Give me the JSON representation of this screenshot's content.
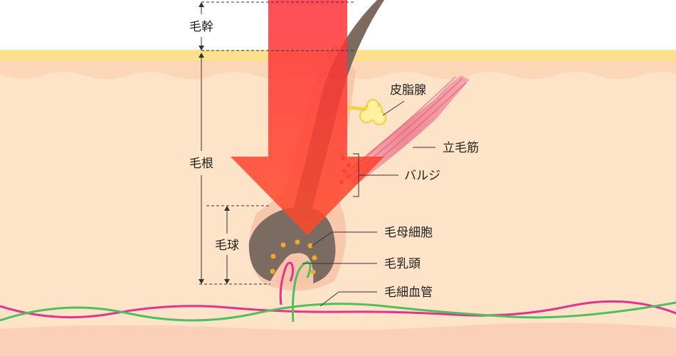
{
  "labels": {
    "hair_shaft": "毛幹",
    "hair_root": "毛根",
    "hair_bulb": "毛球",
    "sebaceous_gland": "皮脂腺",
    "arrector_pili": "立毛筋",
    "bulge": "バルジ",
    "matrix_cells": "毛母細胞",
    "dermal_papilla": "毛乳頭",
    "capillaries": "毛細血管"
  },
  "colors": {
    "epidermis_top": "#fce08f",
    "epidermis": "#fbd7b8",
    "dermis": "#fde3c8",
    "subcutis": "#fbd0b8",
    "follicle_sheath": "#f6c4a8",
    "hair": "#7d6a5f",
    "bulb": "#7c6b60",
    "matrix_dots": "#f2a82e",
    "gland": "#fff1a0",
    "muscle": "#ef8a95",
    "bulge_dots": "#e8383d",
    "arrow": "#ff3b3b",
    "artery": "#e4338d",
    "vein": "#4cbf5e"
  },
  "icons": {
    "dimension_arrow": "arrow-up-down-icon"
  }
}
